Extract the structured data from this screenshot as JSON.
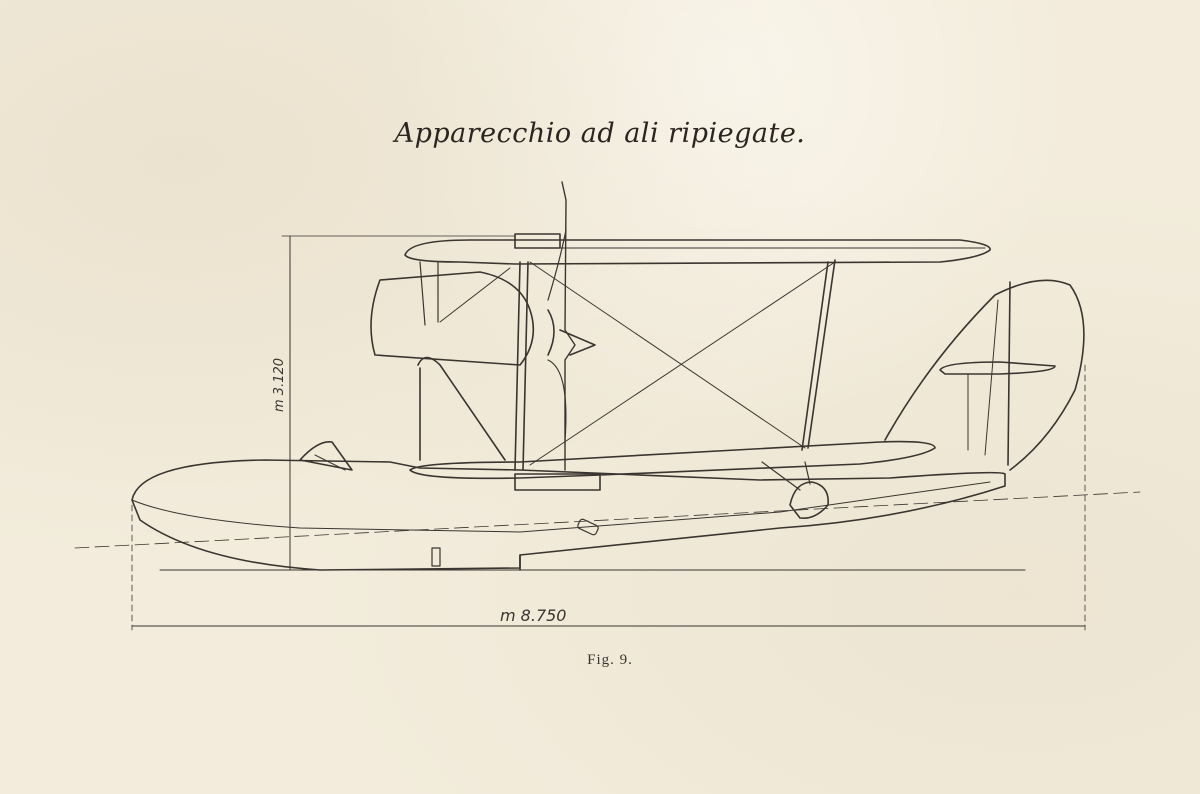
{
  "document": {
    "title": "Apparecchio ad ali ripiegate.",
    "figure_label": "Fig. 9."
  },
  "drawing": {
    "dimension_height": "m 3.120",
    "dimension_length": "m 8.750"
  },
  "colors": {
    "paper": "#f3ecdc",
    "ink": "#3a3530"
  }
}
